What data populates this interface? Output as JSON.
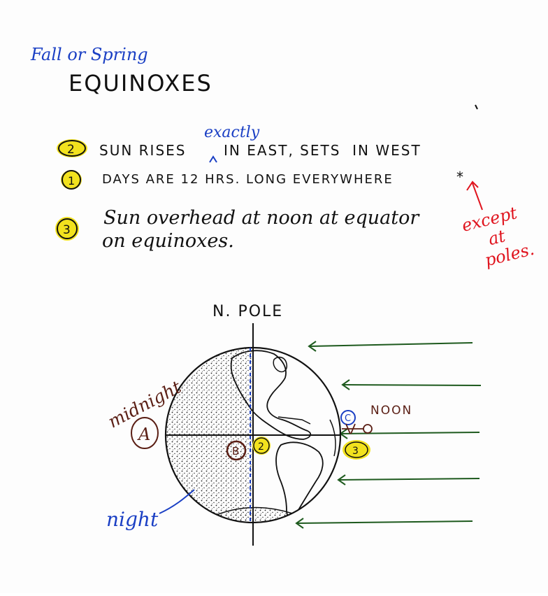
{
  "header": {
    "subtitle": "Fall or Spring",
    "title": "EQUINOXES"
  },
  "facts": [
    {
      "badge": "2",
      "text": "SUN RISES",
      "insert": "exactly",
      "rest": "IN EAST, SETS  IN WEST"
    },
    {
      "badge": "1",
      "text": "DAYS ARE 12 HRS. LONG EVERYWHERE",
      "star": "*"
    },
    {
      "badge": "3",
      "line1": "Sun overhead at noon at equator",
      "line2": "on equinoxes."
    }
  ],
  "annotation": {
    "line1": "except",
    "line2": "at",
    "line3": "poles."
  },
  "diagram": {
    "north_pole": "N. POLE",
    "midnight": "midnight",
    "label_a": "A",
    "label_b": "B",
    "label_c": "C",
    "noon": "NOON",
    "night": "night",
    "badge_2": "2",
    "badge_3": "3"
  },
  "colors": {
    "ink": "#111111",
    "blue": "#1a3fc4",
    "red": "#e0141e",
    "green": "#1e5a1e",
    "brown": "#5a1e14",
    "highlight": "#f2e21e"
  }
}
